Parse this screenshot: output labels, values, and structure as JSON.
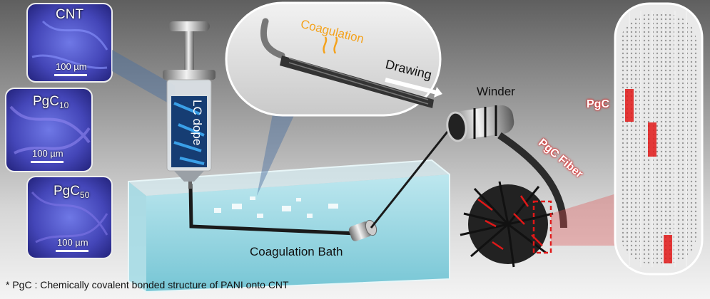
{
  "micrographs": [
    {
      "label": "CNT",
      "sub": "",
      "scale": "100 µm",
      "color": "#3d3fb0"
    },
    {
      "label": "PgC",
      "sub": "10",
      "scale": "100 µm",
      "color": "#4a3a9c"
    },
    {
      "label": "PgC",
      "sub": "50",
      "scale": "100 µm",
      "color": "#4b3aa8"
    }
  ],
  "labels": {
    "coagulation": "Coagulation",
    "drawing": "Drawing",
    "lc_dope": "LC dope",
    "winder": "Winder",
    "pgc_fiber": "PgC Fiber",
    "pgc": "PgC",
    "coag_bath": "Coagulation Bath"
  },
  "footnote": "* PgC : Chemically covalent bonded structure of PANI onto CNT",
  "colors": {
    "accent_red": "#e01818",
    "coag_orange": "#f4a21c",
    "water": "#8fd6e3"
  }
}
